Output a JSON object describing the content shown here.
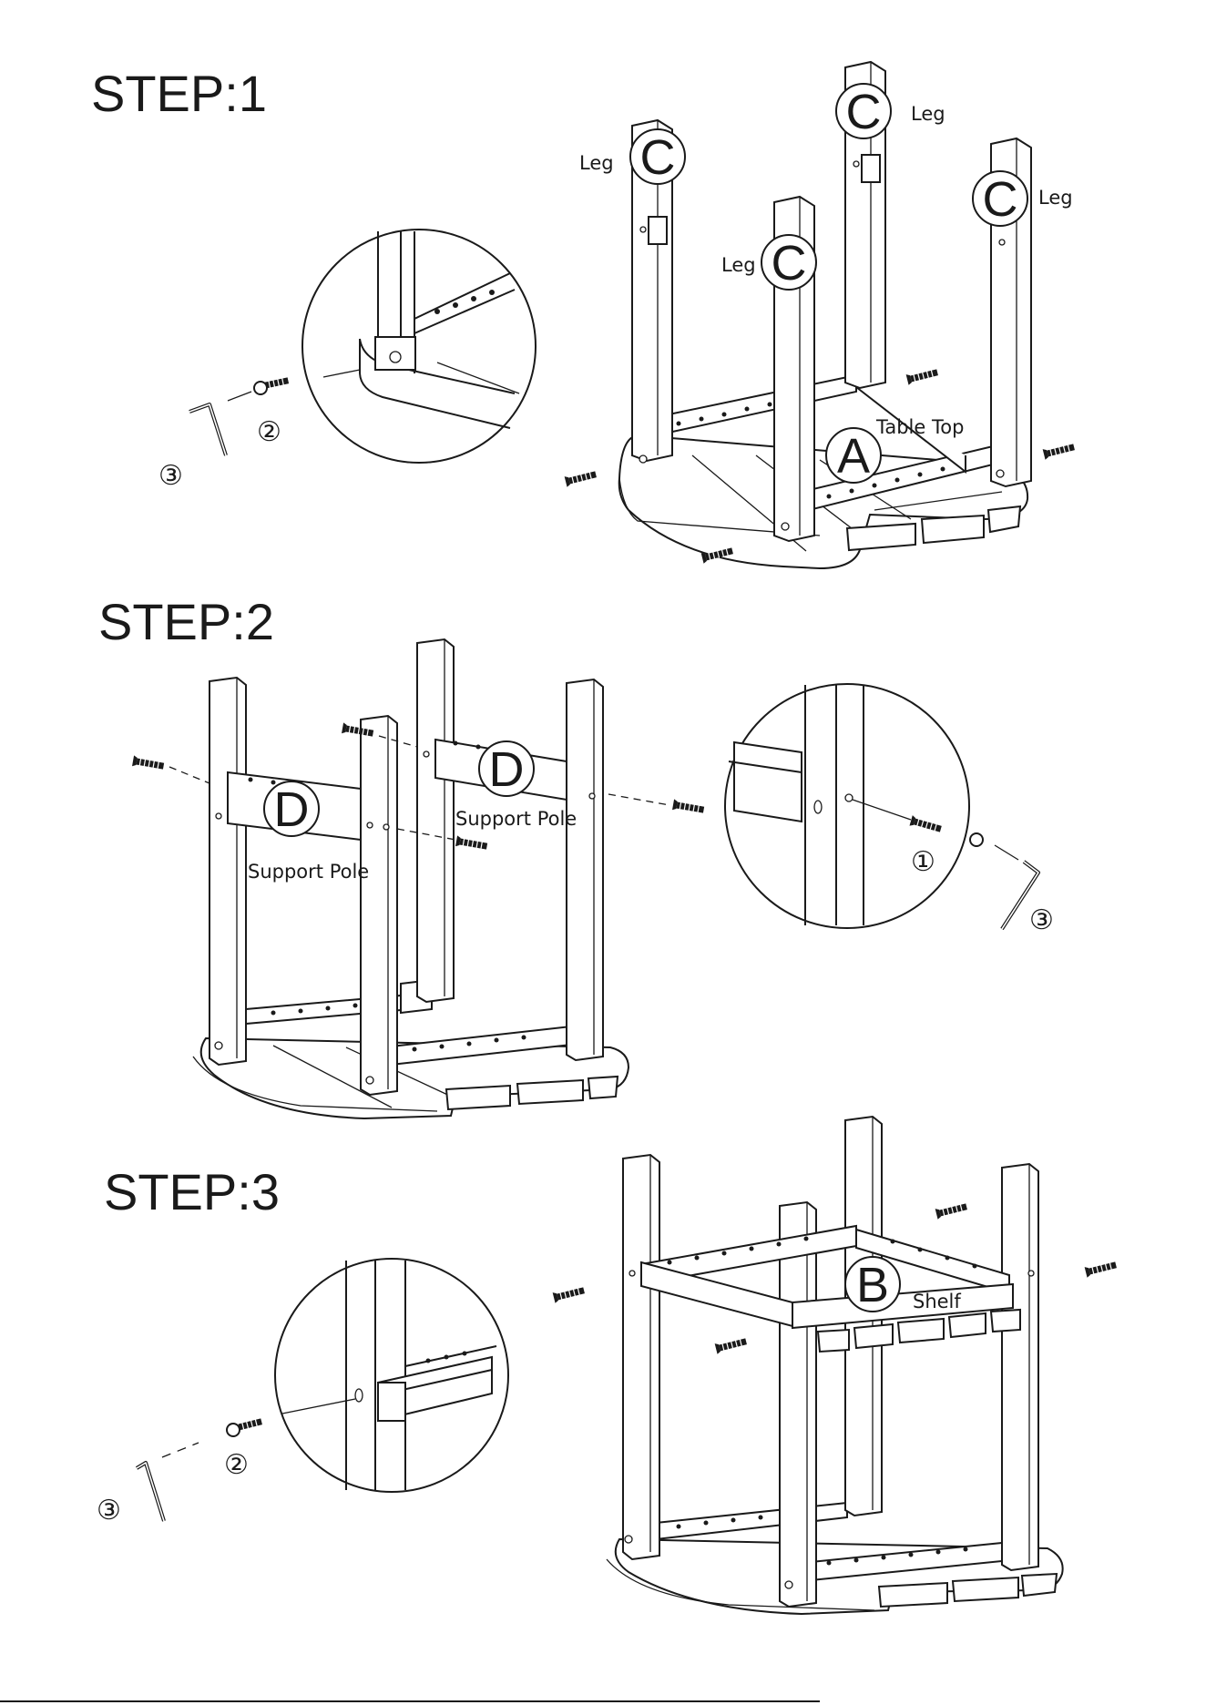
{
  "steps": [
    {
      "title": "STEP:1",
      "parts": [
        {
          "letter": "C",
          "name": "Leg"
        },
        {
          "letter": "C",
          "name": "Leg"
        },
        {
          "letter": "C",
          "name": "Leg"
        },
        {
          "letter": "C",
          "name": "Leg"
        },
        {
          "letter": "A",
          "name": "Table Top"
        }
      ],
      "hardware": [
        "2",
        "3"
      ]
    },
    {
      "title": "STEP:2",
      "parts": [
        {
          "letter": "D",
          "name": "Support Pole"
        },
        {
          "letter": "D",
          "name": "Support Pole"
        }
      ],
      "hardware": [
        "1",
        "3"
      ]
    },
    {
      "title": "STEP:3",
      "parts": [
        {
          "letter": "B",
          "name": "Shelf"
        }
      ],
      "hardware": [
        "2",
        "3"
      ]
    }
  ],
  "hardware_symbols": {
    "1": "①",
    "2": "②",
    "3": "③"
  }
}
